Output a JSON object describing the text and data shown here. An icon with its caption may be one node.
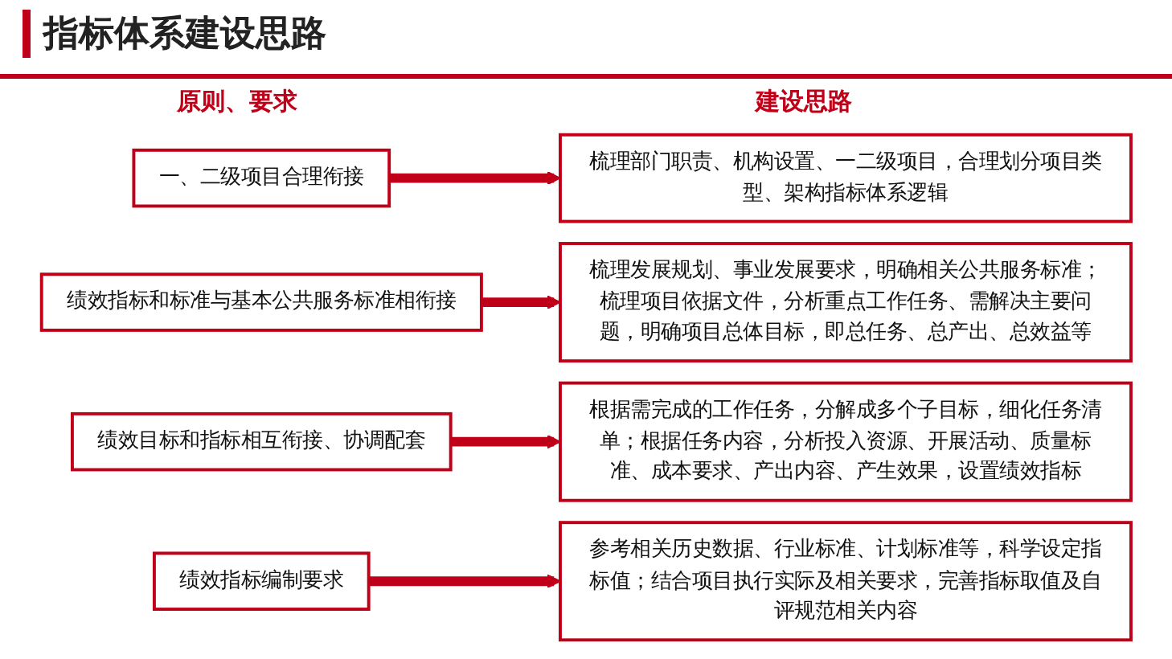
{
  "diagram": {
    "title": "指标体系建设思路",
    "nodes": [
      {
        "text": [
          "一、二级项目合理衔接"
        ]
      },
      {
        "text": [
          "梳理部门职责、机构设置、一二级项目，合理划分项目类型、架构指标体系逻辑"
        ]
      },
      {
        "text": [
          "绩效指标和标准与基本公共服务标准相衔接"
        ]
      },
      {
        "text": [
          "梳理发展规划、事业发展要求，明确相关公共服务标准；梳理项目依据文件，分析重点工作任务、需解决主要问题，明确项目总体目标，即总任务、总产出、总效益等"
        ]
      },
      {
        "text": [
          "绩效目标和指标相互衔接、协调配套"
        ]
      },
      {
        "text": [
          "根据需完成的工作任务，分解成多个子目标，细化任务清单；根据任务内容，分析投入资源、开展活动、质量标准、成本要求、产出内容、产生效果，设置绩效指标"
        ]
      },
      {
        "text": [
          "绩效指标编制要求"
        ]
      },
      {
        "text": [
          "参考相关历史数据、行业标准、计划标准等，科学设定指标值；结合项目执行实际及相关要求，完善指标取值及自评规范相关内容"
        ]
      }
    ],
    "edges": [
      {
        "from": 0,
        "to": 1,
        "arrow": "to"
      },
      {
        "from": 2,
        "to": 3,
        "arrow": "to"
      },
      {
        "from": 4,
        "to": 5,
        "arrow": "to"
      },
      {
        "from": 6,
        "to": 7,
        "arrow": "to"
      }
    ],
    "labels": [
      "原则、要求",
      "建设思路"
    ]
  }
}
